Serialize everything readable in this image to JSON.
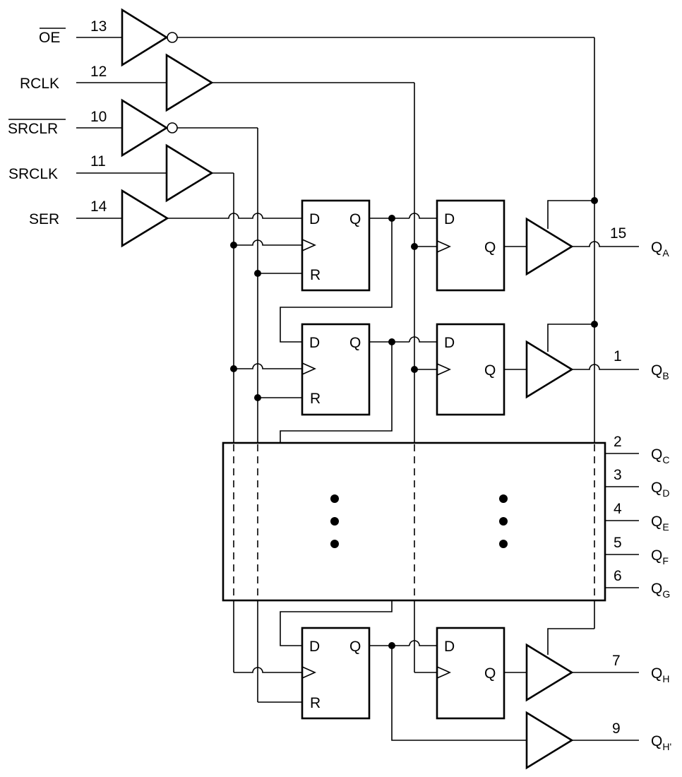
{
  "inputs": {
    "oe": {
      "name": "OE",
      "pin": "13"
    },
    "rclk": {
      "name": "RCLK",
      "pin": "12"
    },
    "srclr": {
      "name": "SRCLR",
      "pin": "10"
    },
    "srclk": {
      "name": "SRCLK",
      "pin": "11"
    },
    "ser": {
      "name": "SER",
      "pin": "14"
    }
  },
  "flipflop": {
    "d": "D",
    "q": "Q",
    "r": "R"
  },
  "outputs": [
    {
      "pin": "15",
      "base": "Q",
      "sub": "A"
    },
    {
      "pin": "1",
      "base": "Q",
      "sub": "B"
    },
    {
      "pin": "2",
      "base": "Q",
      "sub": "C"
    },
    {
      "pin": "3",
      "base": "Q",
      "sub": "D"
    },
    {
      "pin": "4",
      "base": "Q",
      "sub": "E"
    },
    {
      "pin": "5",
      "base": "Q",
      "sub": "F"
    },
    {
      "pin": "6",
      "base": "Q",
      "sub": "G"
    },
    {
      "pin": "7",
      "base": "Q",
      "sub": "H"
    },
    {
      "pin": "9",
      "base": "Q",
      "sub": "H'"
    }
  ]
}
